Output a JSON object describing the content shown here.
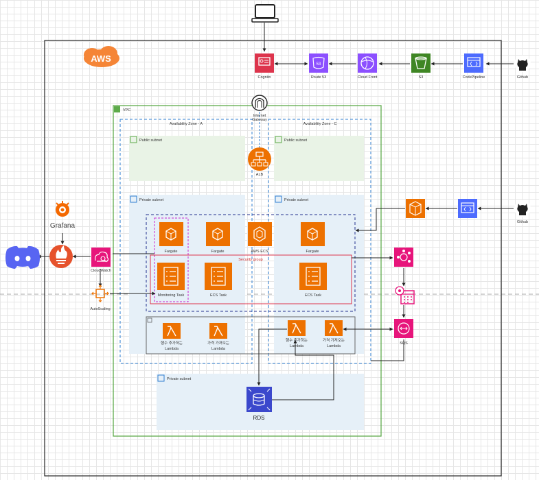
{
  "labels": {
    "aws": "AWS",
    "cognito": "Cognito",
    "route53": "Route 53",
    "route53_badge": "53",
    "cloudfront": "Cloud Front",
    "s3": "S3",
    "codepipeline": "CodePipeline",
    "github_top": "Github",
    "github_mid": "Github",
    "vpc": "VPC",
    "internet_gateway_1": "Internet",
    "internet_gateway_2": "Gateway",
    "az_a": "Availability Zone - A",
    "az_c": "Availability Zone - C",
    "public_subnet_a": "Public subnet",
    "public_subnet_c": "Public subnet",
    "alb": "ALB",
    "private_subnet_a": "Private subnet",
    "private_subnet_c": "Private subnet",
    "private_subnet_db": "Private subnet",
    "fargate_1": "Fargate",
    "fargate_2": "Fargate",
    "fargate_3": "Fargate",
    "aws_ecs": "AWS ECS",
    "security_group": "Security group",
    "monitoring_task": "Monitoring Task",
    "ecs_task_1": "ECS Task",
    "ecs_task_2": "ECS Task",
    "lambda_1a": "행수 추가하는",
    "lambda_1b": "Lambda",
    "lambda_2a": "가격 가져오는",
    "lambda_2b": "Lambda",
    "lambda_3a": "행수 추가하는",
    "lambda_3b": "Lambda",
    "lambda_4a": "가격 가져오는",
    "lambda_4b": "Lambda",
    "sqs": "SQS",
    "rds": "RDS",
    "grafana": "Grafana",
    "cloudwatch": "CloudWatch",
    "autoscaling": "AutoScaling"
  },
  "icons": {
    "laptop": "laptop-icon",
    "discord": "discord-icon",
    "prometheus": "prometheus-icon",
    "grafana": "grafana-icon",
    "github": "github-icon",
    "ecr": "ecr-icon",
    "codebuild": "codebuild-icon",
    "eventbridge": "eventbridge-icon",
    "scheduler": "scheduler-icon"
  },
  "colors": {
    "aws_orange": "#F58536",
    "security_red": "#DD344C",
    "network_purple": "#8C4FFF",
    "storage_green": "#3F8624",
    "devtools_blue": "#4D6BFE",
    "db_blue": "#3B48CC",
    "compute_orange": "#ED7100",
    "integration_pink": "#E7157B",
    "vpc_green": "#5DAA4A",
    "az_blue": "#2E7DD1"
  }
}
